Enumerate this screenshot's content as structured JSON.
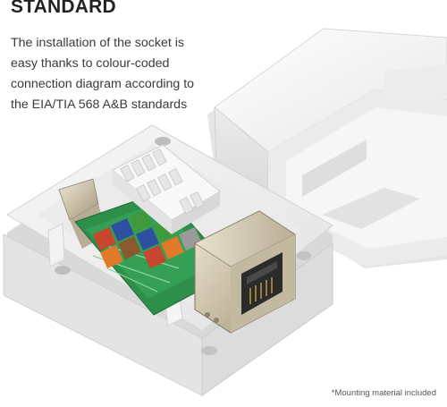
{
  "heading": "STANDARD",
  "description": {
    "lines": [
      "The installation of the socket is",
      "easy thanks to colour-coded",
      "connection diagram according to",
      "the EIA/TIA 568 A&B standards"
    ]
  },
  "footnote": "*Mounting material included",
  "product_photo": {
    "subject": "network socket",
    "terminal_colors": [
      "#c8452e",
      "#2f4fa0",
      "#3f9a3c",
      "#e07a2a",
      "#8a5a2e",
      "#9a9a9a"
    ],
    "pcb_color": "#2e8f4a",
    "housing_color": "#f3f3f3"
  }
}
